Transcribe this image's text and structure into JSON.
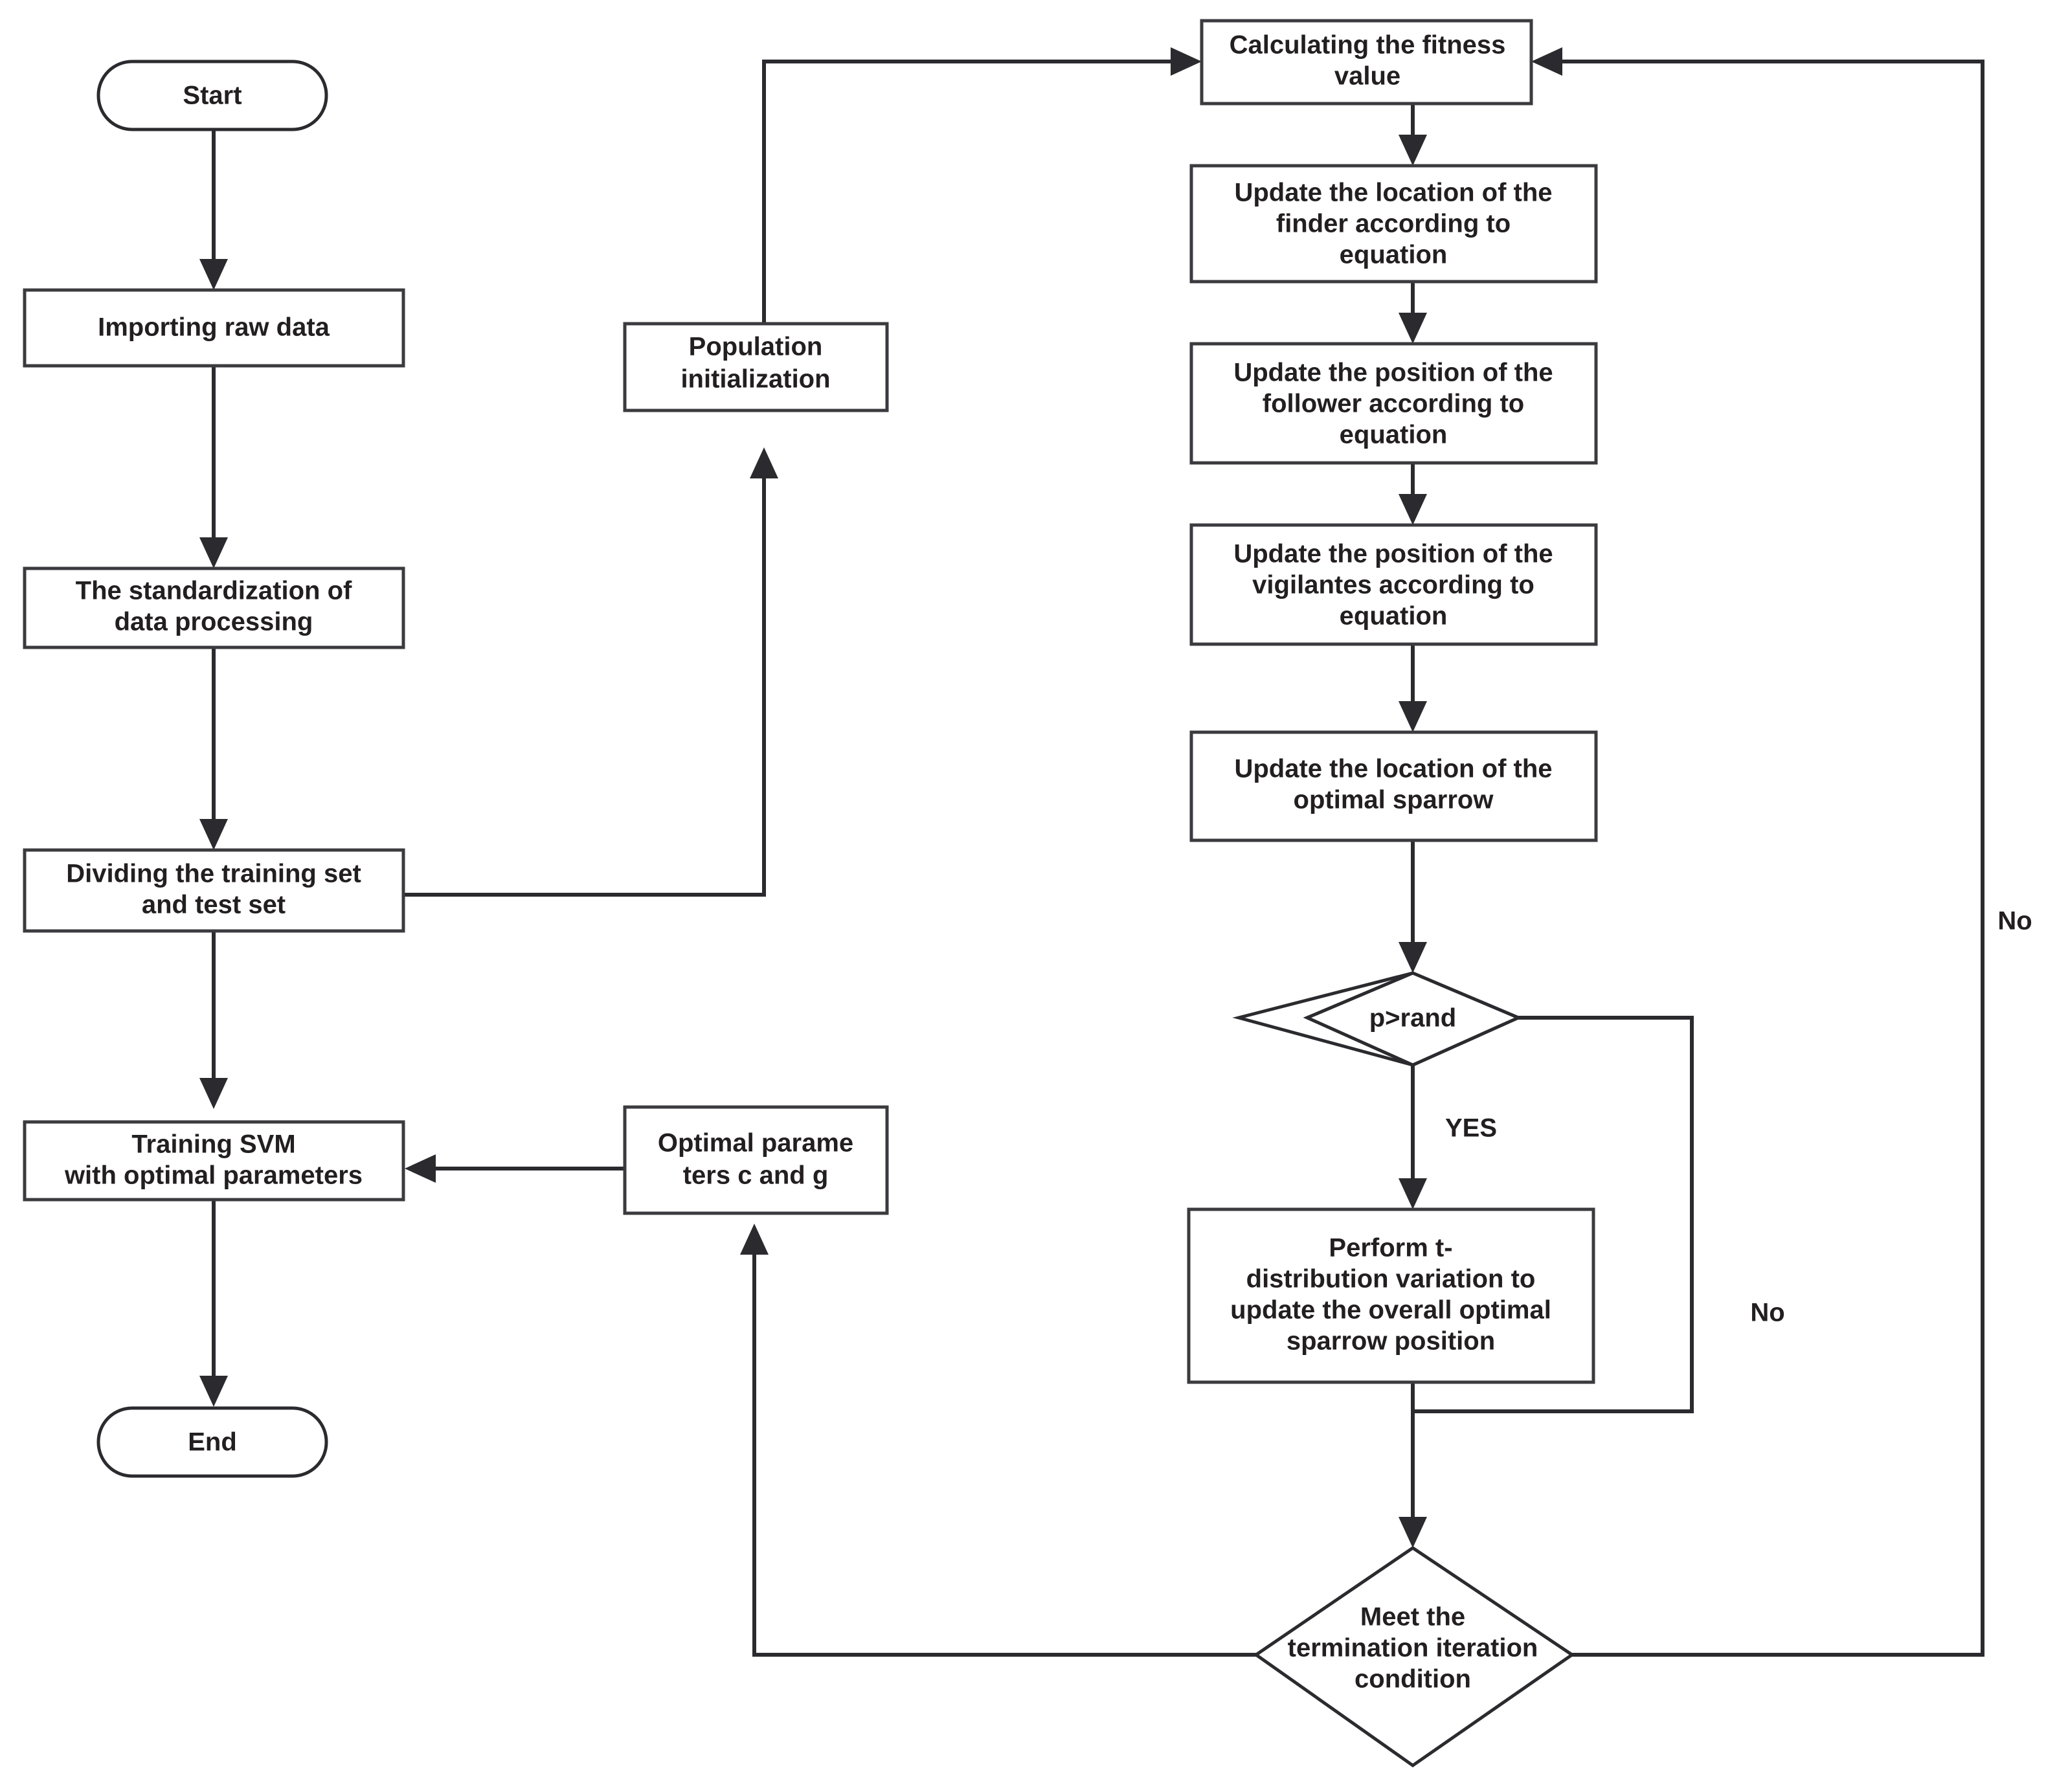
{
  "diagram": {
    "type": "flowchart",
    "title": "SSA-SVM optimization flowchart",
    "colors": {
      "background": "#ffffff",
      "stroke": "#2b2b2f",
      "box_stroke": "#3b3b3f",
      "text": "#231f20"
    }
  },
  "nodes": {
    "start": {
      "label": "Start",
      "shape": "terminator"
    },
    "import_data": {
      "label": "Importing raw data",
      "shape": "process"
    },
    "standardization": {
      "line1": "The standardization of",
      "line2": "data processing",
      "shape": "process"
    },
    "divide_sets": {
      "line1": "Dividing the training set",
      "line2": "and test set",
      "shape": "process"
    },
    "training_svm": {
      "line1": "Training SVM",
      "line2": "with optimal parameters",
      "shape": "process"
    },
    "end": {
      "label": "End",
      "shape": "terminator"
    },
    "population_init": {
      "line1": "Population",
      "line2": "initialization",
      "shape": "process"
    },
    "optimal_params": {
      "line1": "Optimal parame",
      "line2": "ters c and g",
      "shape": "process"
    },
    "fitness": {
      "line1": "Calculating the fitness",
      "line2": "value",
      "shape": "process"
    },
    "update_finder": {
      "line1": "Update the location of the",
      "line2": "finder according to",
      "line3": "equation",
      "shape": "process"
    },
    "update_follower": {
      "line1": "Update the position of the",
      "line2": "follower according to",
      "line3": "equation",
      "shape": "process"
    },
    "update_vigilantes": {
      "line1": "Update the position of the",
      "line2": "vigilantes according to",
      "line3": "equation",
      "shape": "process"
    },
    "update_optimal_sparrow": {
      "line1": "Update the location of the",
      "line2": "optimal sparrow",
      "shape": "process"
    },
    "p_gt_rand": {
      "label": "p>rand",
      "shape": "decision"
    },
    "t_distribution": {
      "line1": "Perform t-",
      "line2": "distribution variation to",
      "line3": "update the overall optimal",
      "line4": "sparrow position",
      "shape": "process"
    },
    "termination": {
      "line1": "Meet the",
      "line2": "termination iteration",
      "line3": "condition",
      "shape": "decision"
    }
  },
  "edge_labels": {
    "yes": "YES",
    "no_prand": "No",
    "no_termination": "No"
  }
}
